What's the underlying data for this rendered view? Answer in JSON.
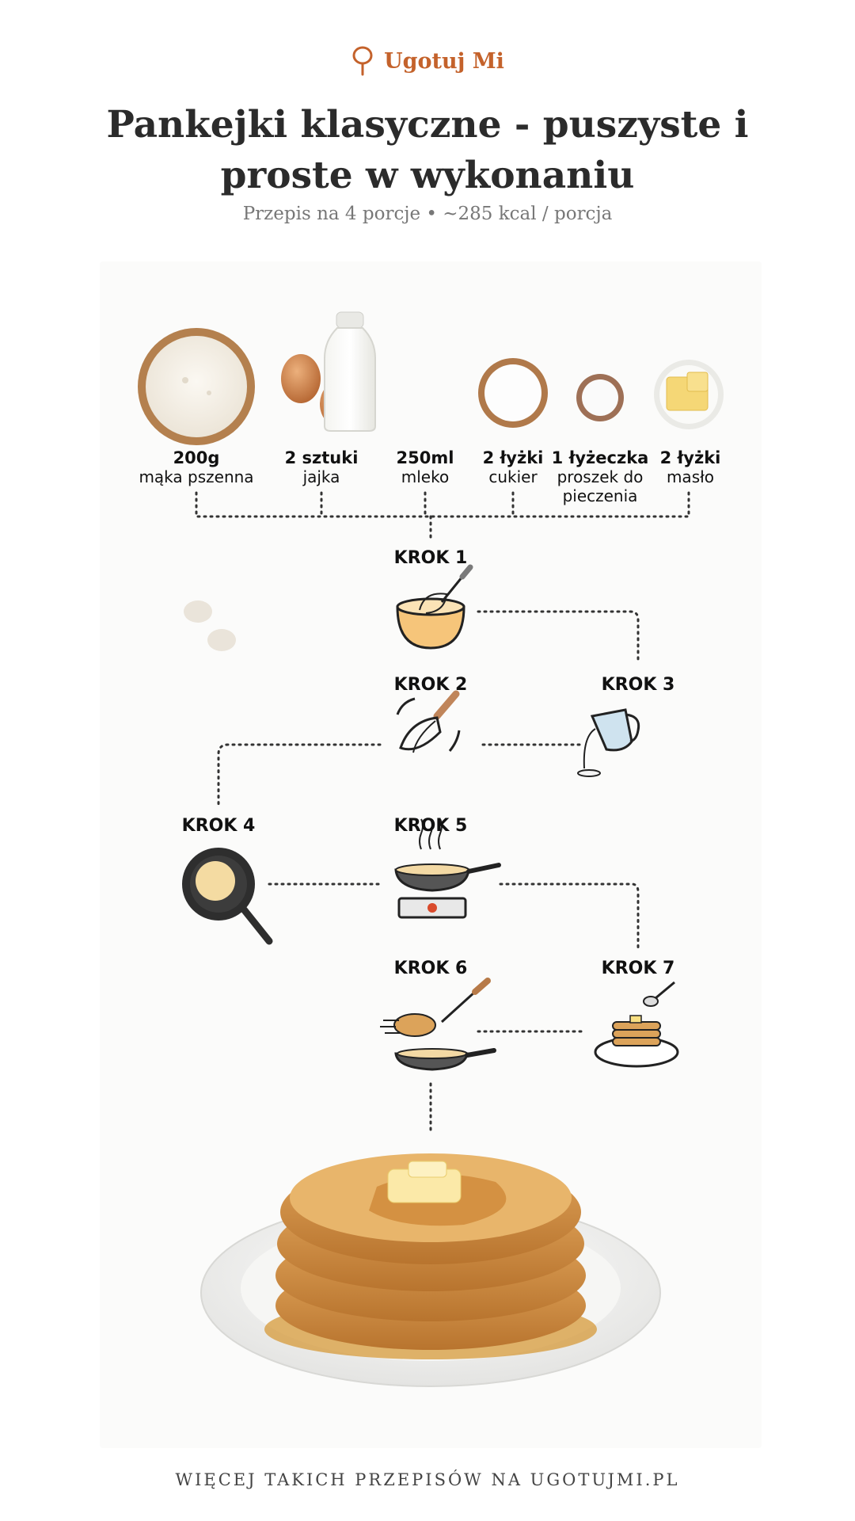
{
  "brand": {
    "name": "Ugotuj Mi",
    "icon": "whisk-logo-icon",
    "color": "#c4622b"
  },
  "header": {
    "title": "Pankejki klasyczne - puszyste i proste w wykonaniu",
    "subtitle": "Przepis na 4 porcje • ~285 kcal / porcja"
  },
  "ingredients": [
    {
      "qty": "200g",
      "name": "mąka pszenna",
      "icon": "flour-bowl-icon"
    },
    {
      "qty": "2 sztuki",
      "name": "jajka",
      "icon": "eggs-icon"
    },
    {
      "qty": "250ml",
      "name": "mleko",
      "icon": "milk-bottle-icon"
    },
    {
      "qty": "2 łyżki",
      "name": "cukier",
      "icon": "sugar-bowl-icon"
    },
    {
      "qty": "1 łyżeczka",
      "name": "proszek do pieczenia",
      "icon": "baking-powder-icon"
    },
    {
      "qty": "2 łyżki",
      "name": "masło",
      "icon": "butter-icon"
    }
  ],
  "steps": [
    {
      "label": "KROK 1",
      "icon": "whisk-bowl-icon"
    },
    {
      "label": "KROK 2",
      "icon": "whisk-mixing-icon"
    },
    {
      "label": "KROK 3",
      "icon": "milk-pour-icon"
    },
    {
      "label": "KROK 4",
      "icon": "pan-with-pancake-icon"
    },
    {
      "label": "KROK 5",
      "icon": "pan-on-stove-icon"
    },
    {
      "label": "KROK 6",
      "icon": "flip-pancake-icon"
    },
    {
      "label": "KROK 7",
      "icon": "pancake-stack-serve-icon"
    }
  ],
  "final": {
    "icon": "pancake-stack-plate-icon"
  },
  "footer": {
    "text": "WIĘCEJ TAKICH PRZEPISÓW NA UGOTUJMI.PL"
  }
}
